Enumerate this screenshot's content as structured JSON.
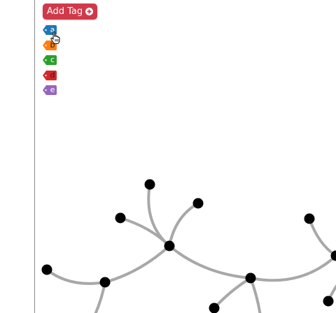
{
  "toolbar": {
    "add_tag_label": "Add Tag"
  },
  "tags": [
    {
      "label": "a",
      "color": "#1f77b4",
      "text_color": "#ffffff"
    },
    {
      "label": "b",
      "color": "#ff7f0e",
      "text_color": "#222222"
    },
    {
      "label": "c",
      "color": "#2ca02c",
      "text_color": "#ffffff"
    },
    {
      "label": "d",
      "color": "#d62728",
      "text_color": "#222222"
    },
    {
      "label": "e",
      "color": "#9467bd",
      "text_color": "#ffffff"
    }
  ],
  "colors": {
    "button_bg": "#d0394a",
    "edge": "#a8a8a8",
    "node": "#000000",
    "divider": "#8a8a8a"
  },
  "icons": {
    "button": "plus-circle-icon",
    "cursor": "hand-pointer-icon"
  }
}
